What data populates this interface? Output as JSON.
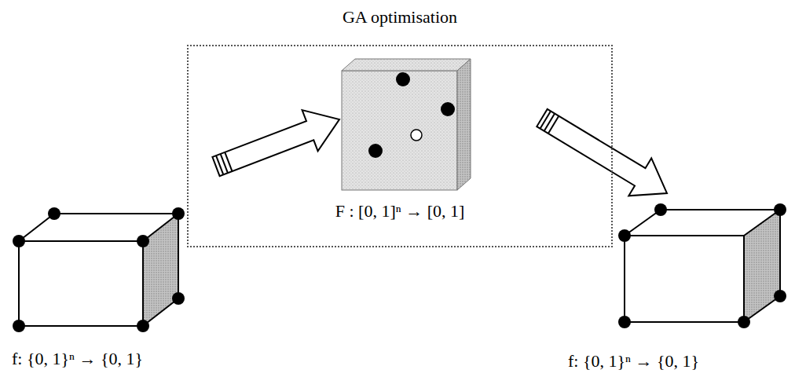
{
  "diagram": {
    "nodes": [
      {
        "text": [
          "GA optimisation",
          "F : [0, 1]ⁿ → [0, 1]"
        ]
      },
      {
        "text": [
          "f: {0, 1}ⁿ → {0, 1}"
        ]
      },
      {
        "text": [
          "f: {0, 1}ⁿ → {0, 1}"
        ]
      }
    ],
    "edges": [
      {
        "from": 1,
        "to": 0,
        "arrow": "to"
      },
      {
        "from": 0,
        "to": 2,
        "arrow": "to"
      }
    ]
  }
}
